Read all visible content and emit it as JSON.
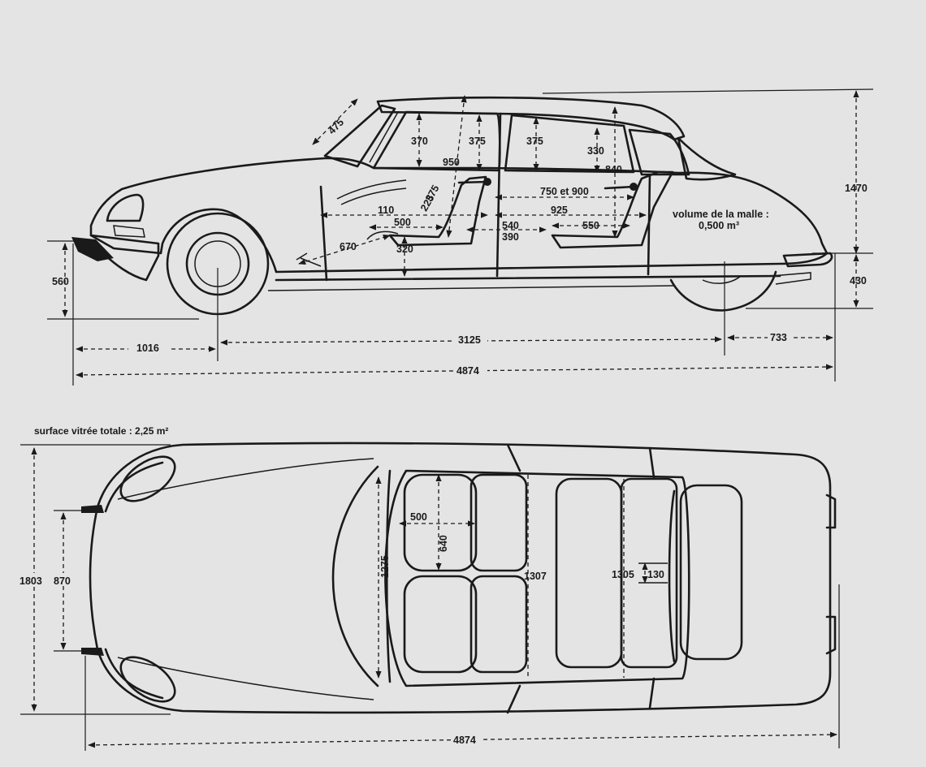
{
  "side_view": {
    "labels": {
      "windshield": "475",
      "front_headroom": "370",
      "front_door_window": "375",
      "rear_door_window": "375",
      "rear_headroom": "330",
      "front_height": "950",
      "rear_height": "840",
      "seat_back_a": "375",
      "seat_back_b": "225",
      "front_legroom": "750 et 900",
      "front_seat_depth": "110",
      "rear_legroom": "925",
      "front_cushion": "500",
      "seat_spacing_a": "540",
      "seat_spacing_b": "390",
      "rear_cushion": "550",
      "seat_height": "320",
      "pedal": "670",
      "total_height": "1470",
      "rear_overhang_height": "430",
      "front_overhang_height": "560",
      "front_overhang": "1016",
      "wheelbase": "3125",
      "rear_overhang": "733",
      "total_length": "4874"
    },
    "trunk_line1": "volume de la malle :",
    "trunk_line2": "0,500 m³"
  },
  "top_view": {
    "glass_surface": "surface vitrée totale : 2,25 m²",
    "labels": {
      "total_width": "1803",
      "headlight_span": "870",
      "front_width": "1275",
      "seat_cushion": "500",
      "seat_width": "640",
      "front_track": "1307",
      "rear_track": "1305",
      "rear_gap": "130",
      "total_length": "4874"
    }
  }
}
